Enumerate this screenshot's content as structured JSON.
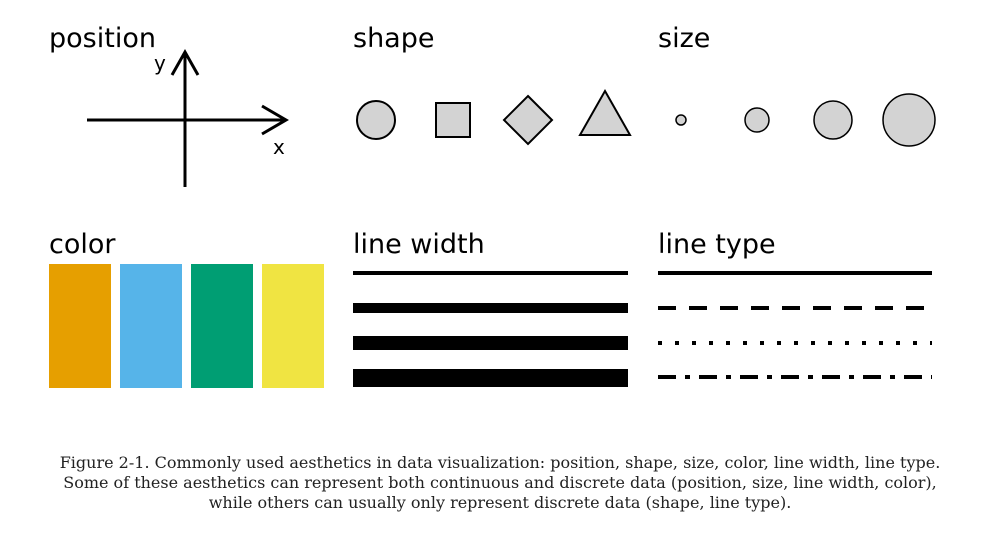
{
  "panels": {
    "position": {
      "title": "position",
      "x_label": "x",
      "y_label": "y"
    },
    "shape": {
      "title": "shape",
      "shapes": [
        "circle",
        "square",
        "diamond",
        "triangle"
      ]
    },
    "size": {
      "title": "size"
    },
    "color": {
      "title": "color",
      "swatches": [
        "#E69F00",
        "#56B4E9",
        "#009E73",
        "#F0E442"
      ]
    },
    "line_width": {
      "title": "line width"
    },
    "line_type": {
      "title": "line type",
      "types": [
        "solid",
        "dashed",
        "dotted",
        "dash-dot"
      ]
    }
  },
  "colors": {
    "shape_fill": "#d3d3d3",
    "stroke": "#000000"
  },
  "caption": {
    "line1": "Figure 2-1. Commonly used aesthetics in data visualization: position, shape, size, color, line width, line type.",
    "line2": "Some of these aesthetics can represent both continuous and discrete data (position, size, line width, color),",
    "line3": "while others can usually only represent discrete data (shape, line type)."
  }
}
